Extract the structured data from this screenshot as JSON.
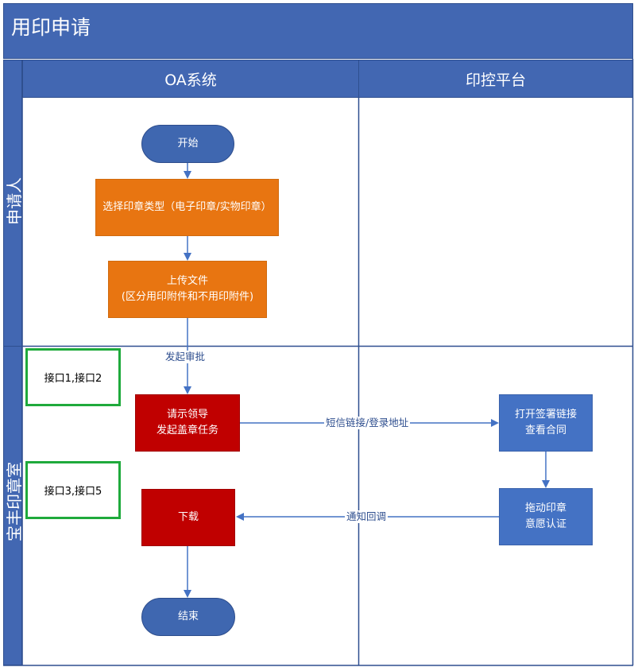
{
  "title": "用印申请",
  "columns": [
    "OA系统",
    "印控平台"
  ],
  "lanes": [
    "申请人",
    "宝丰印章室"
  ],
  "nodes": {
    "start": "开始",
    "select_seal": "选择印章类型（电子印章/实物印章）",
    "upload_line1": "上传文件",
    "upload_line2": "(区分用印附件和不用印附件)",
    "request_line1": "请示领导",
    "request_line2": "发起盖章任务",
    "download": "下载",
    "end": "结束",
    "open_link_line1": "打开签署链接",
    "open_link_line2": "查看合同",
    "drag_seal_line1": "拖动印章",
    "drag_seal_line2": "意愿认证"
  },
  "edges": {
    "approval": "发起审批",
    "sms_link": "短信链接/登录地址",
    "callback": "通知回调"
  },
  "notes": {
    "api_12": "接口1,接口2",
    "api_35": "接口3,接口5"
  }
}
